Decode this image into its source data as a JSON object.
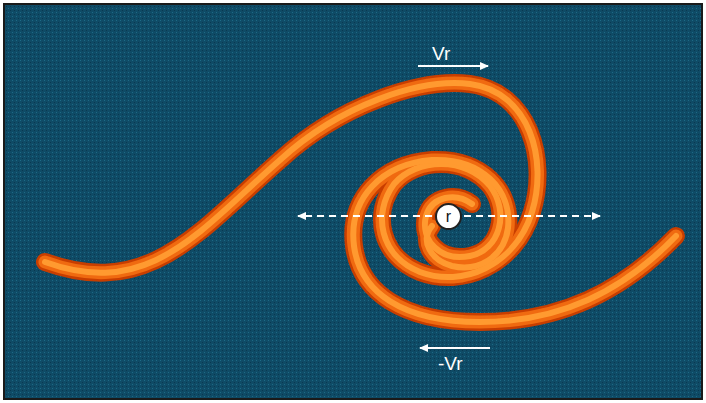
{
  "diagram": {
    "nodes": [
      {
        "text": [
          "r"
        ]
      }
    ],
    "labels": [
      "Vr",
      "-Vr"
    ]
  }
}
